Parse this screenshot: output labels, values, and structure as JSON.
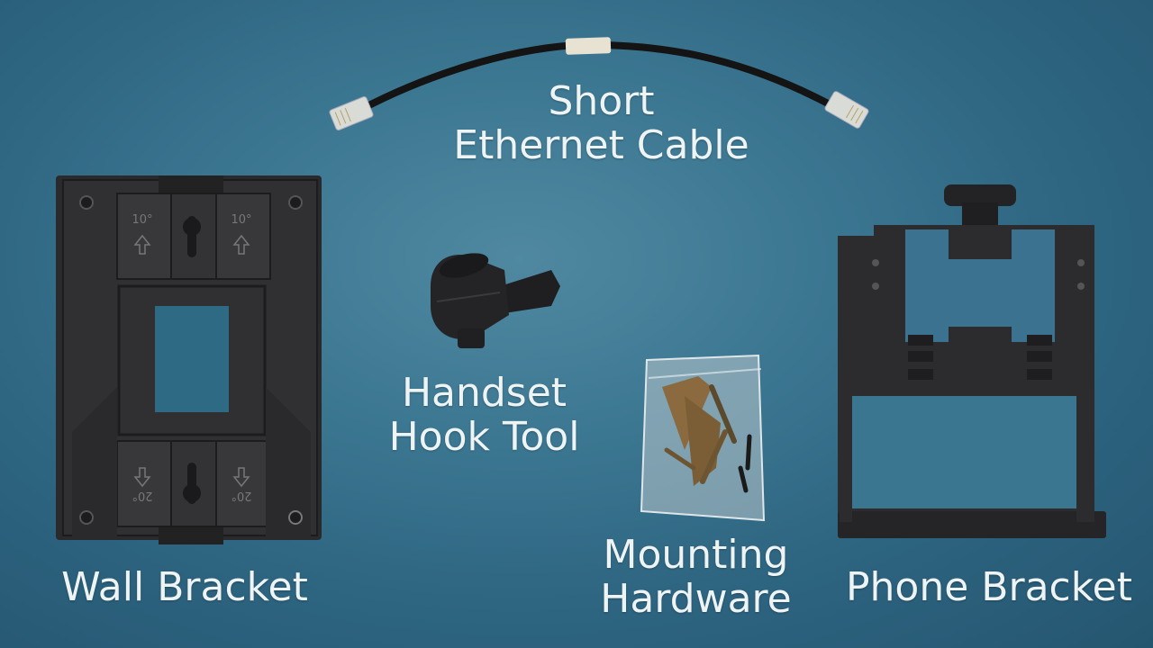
{
  "labels": {
    "cable": [
      "Short",
      "Ethernet Cable"
    ],
    "hook_tool": [
      "Handset",
      "Hook Tool"
    ],
    "hardware": [
      "Mounting",
      "Hardware"
    ],
    "wall_bracket": "Wall Bracket",
    "phone_bracket": "Phone Bracket"
  },
  "wall_bracket_markings": {
    "top_left": "10°",
    "top_right": "10°",
    "bottom_left": "20°",
    "bottom_right": "20°"
  },
  "colors": {
    "background": "#3b7691",
    "label_text": "#eef3f4",
    "plastic": "#2b2b2d"
  }
}
